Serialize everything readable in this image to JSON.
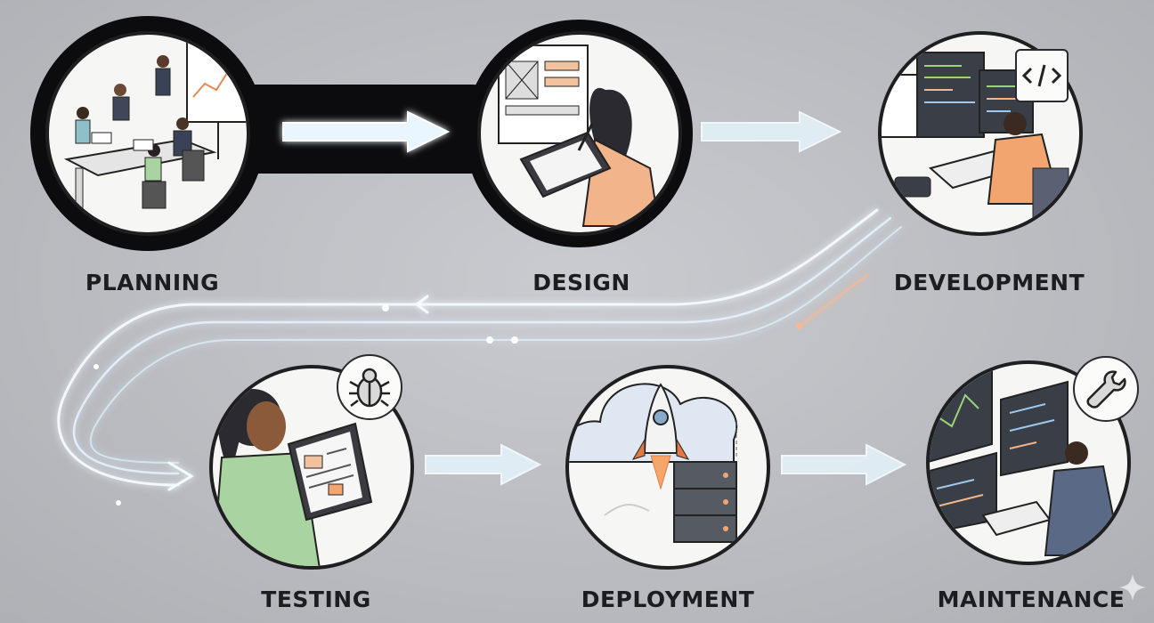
{
  "stages": [
    {
      "id": "planning",
      "label": "PLANNING"
    },
    {
      "id": "design",
      "label": "DESIGN"
    },
    {
      "id": "development",
      "label": "DEVELOPMENT"
    },
    {
      "id": "testing",
      "label": "TESTING"
    },
    {
      "id": "deployment",
      "label": "DEPLOYMENT"
    },
    {
      "id": "maintenance",
      "label": "MAINTENANCE"
    }
  ],
  "icons": {
    "testing_bubble": "bug-icon",
    "maintenance_bubble": "wrench-icon",
    "development_bubble": "code-tag-icon",
    "watermark": "sparkle-icon"
  },
  "colors": {
    "background": "#bcbec3",
    "circle_fill": "#f6f6f4",
    "outline": "#1f1f22",
    "arrow_glow": "#eaf6ff",
    "accent_skin": "#f2b48a",
    "accent_green": "#a9d4a2"
  }
}
